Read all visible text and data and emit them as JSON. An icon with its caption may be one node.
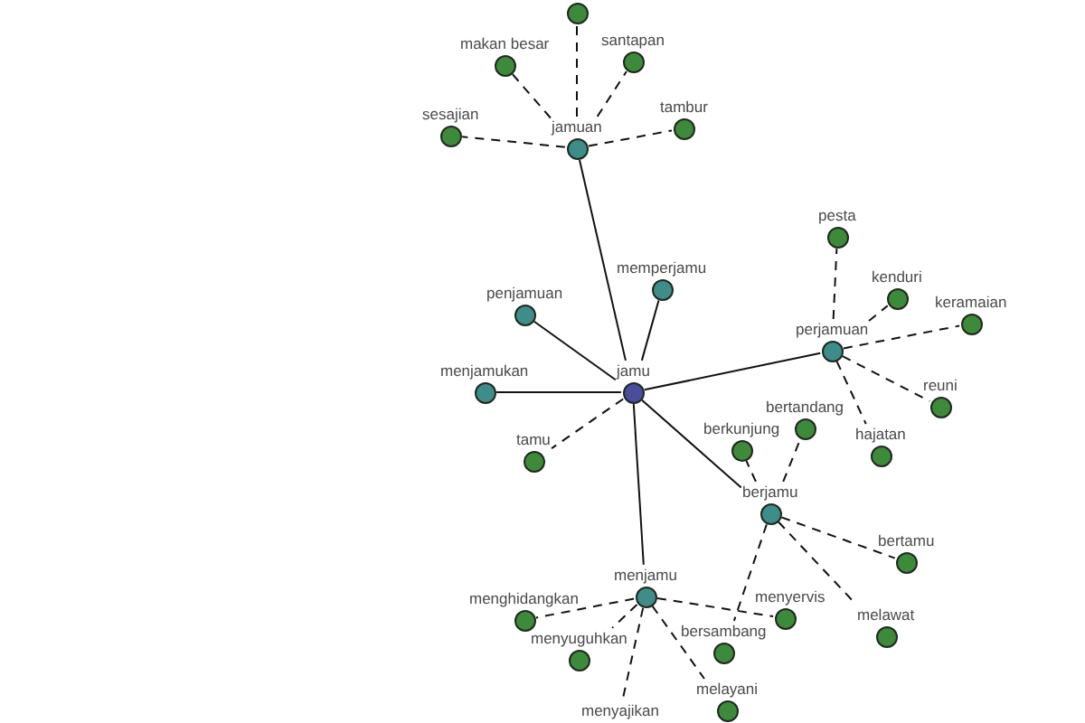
{
  "diagram": {
    "nodes": [
      {
        "text": [],
        "shape": "circle"
      },
      {
        "text": [
          "makan besar"
        ]
      },
      {
        "text": [
          "santapan"
        ]
      },
      {
        "text": [
          "sesajian"
        ]
      },
      {
        "text": [
          "tambur"
        ]
      },
      {
        "text": [
          "jamuan"
        ]
      },
      {
        "text": [
          "pesta"
        ]
      },
      {
        "text": [
          "memperjamu"
        ]
      },
      {
        "text": [
          "kenduri"
        ]
      },
      {
        "text": [
          "penjamuan"
        ]
      },
      {
        "text": [
          "keramaian"
        ]
      },
      {
        "text": [
          "perjamuan"
        ]
      },
      {
        "text": [
          "menjamukan"
        ]
      },
      {
        "text": [
          "jamu"
        ]
      },
      {
        "text": [
          "reuni"
        ]
      },
      {
        "text": [
          "bertandang"
        ]
      },
      {
        "text": [
          "berkunjung"
        ]
      },
      {
        "text": [
          "hajatan"
        ]
      },
      {
        "text": [
          "tamu"
        ]
      },
      {
        "text": [
          "berjamu"
        ]
      },
      {
        "text": [
          "bertamu"
        ]
      },
      {
        "text": [
          "menjamu"
        ]
      },
      {
        "text": [
          "menyervis"
        ]
      },
      {
        "text": [
          "menghidangkan"
        ]
      },
      {
        "text": [
          "bersambang"
        ]
      },
      {
        "text": [
          "melawat"
        ]
      },
      {
        "text": [
          "menyuguhkan"
        ]
      },
      {
        "text": [
          "melayani"
        ]
      },
      {
        "text": [
          "menyajikan"
        ]
      }
    ],
    "edges": [
      {
        "from": 13,
        "to": 5,
        "arrow": "none"
      },
      {
        "from": 13,
        "to": 7,
        "arrow": "none"
      },
      {
        "from": 13,
        "to": 9,
        "arrow": "none"
      },
      {
        "from": 13,
        "to": 12,
        "arrow": "none"
      },
      {
        "from": 13,
        "to": 18,
        "arrow": "none",
        "style": "dashed"
      },
      {
        "from": 13,
        "to": 11,
        "arrow": "none"
      },
      {
        "from": 13,
        "to": 19,
        "arrow": "none"
      },
      {
        "from": 13,
        "to": 21,
        "arrow": "none"
      },
      {
        "from": 5,
        "to": 0,
        "arrow": "none",
        "style": "dashed"
      },
      {
        "from": 5,
        "to": 1,
        "arrow": "none",
        "style": "dashed"
      },
      {
        "from": 5,
        "to": 2,
        "arrow": "none",
        "style": "dashed"
      },
      {
        "from": 5,
        "to": 3,
        "arrow": "none",
        "style": "dashed"
      },
      {
        "from": 5,
        "to": 4,
        "arrow": "none",
        "style": "dashed"
      },
      {
        "from": 11,
        "to": 6,
        "arrow": "none",
        "style": "dashed"
      },
      {
        "from": 11,
        "to": 8,
        "arrow": "none",
        "style": "dashed"
      },
      {
        "from": 11,
        "to": 10,
        "arrow": "none",
        "style": "dashed"
      },
      {
        "from": 11,
        "to": 14,
        "arrow": "none",
        "style": "dashed"
      },
      {
        "from": 11,
        "to": 17,
        "arrow": "none",
        "style": "dashed"
      },
      {
        "from": 19,
        "to": 15,
        "arrow": "none",
        "style": "dashed"
      },
      {
        "from": 19,
        "to": 16,
        "arrow": "none",
        "style": "dashed"
      },
      {
        "from": 19,
        "to": 20,
        "arrow": "none",
        "style": "dashed"
      },
      {
        "from": 19,
        "to": 24,
        "arrow": "none",
        "style": "dashed"
      },
      {
        "from": 19,
        "to": 25,
        "arrow": "none",
        "style": "dashed"
      },
      {
        "from": 21,
        "to": 22,
        "arrow": "none",
        "style": "dashed"
      },
      {
        "from": 21,
        "to": 23,
        "arrow": "none",
        "style": "dashed"
      },
      {
        "from": 21,
        "to": 26,
        "arrow": "none",
        "style": "dashed"
      },
      {
        "from": 21,
        "to": 28,
        "arrow": "none",
        "style": "dashed"
      },
      {
        "from": 21,
        "to": 27,
        "arrow": "none",
        "style": "dashed"
      }
    ]
  }
}
